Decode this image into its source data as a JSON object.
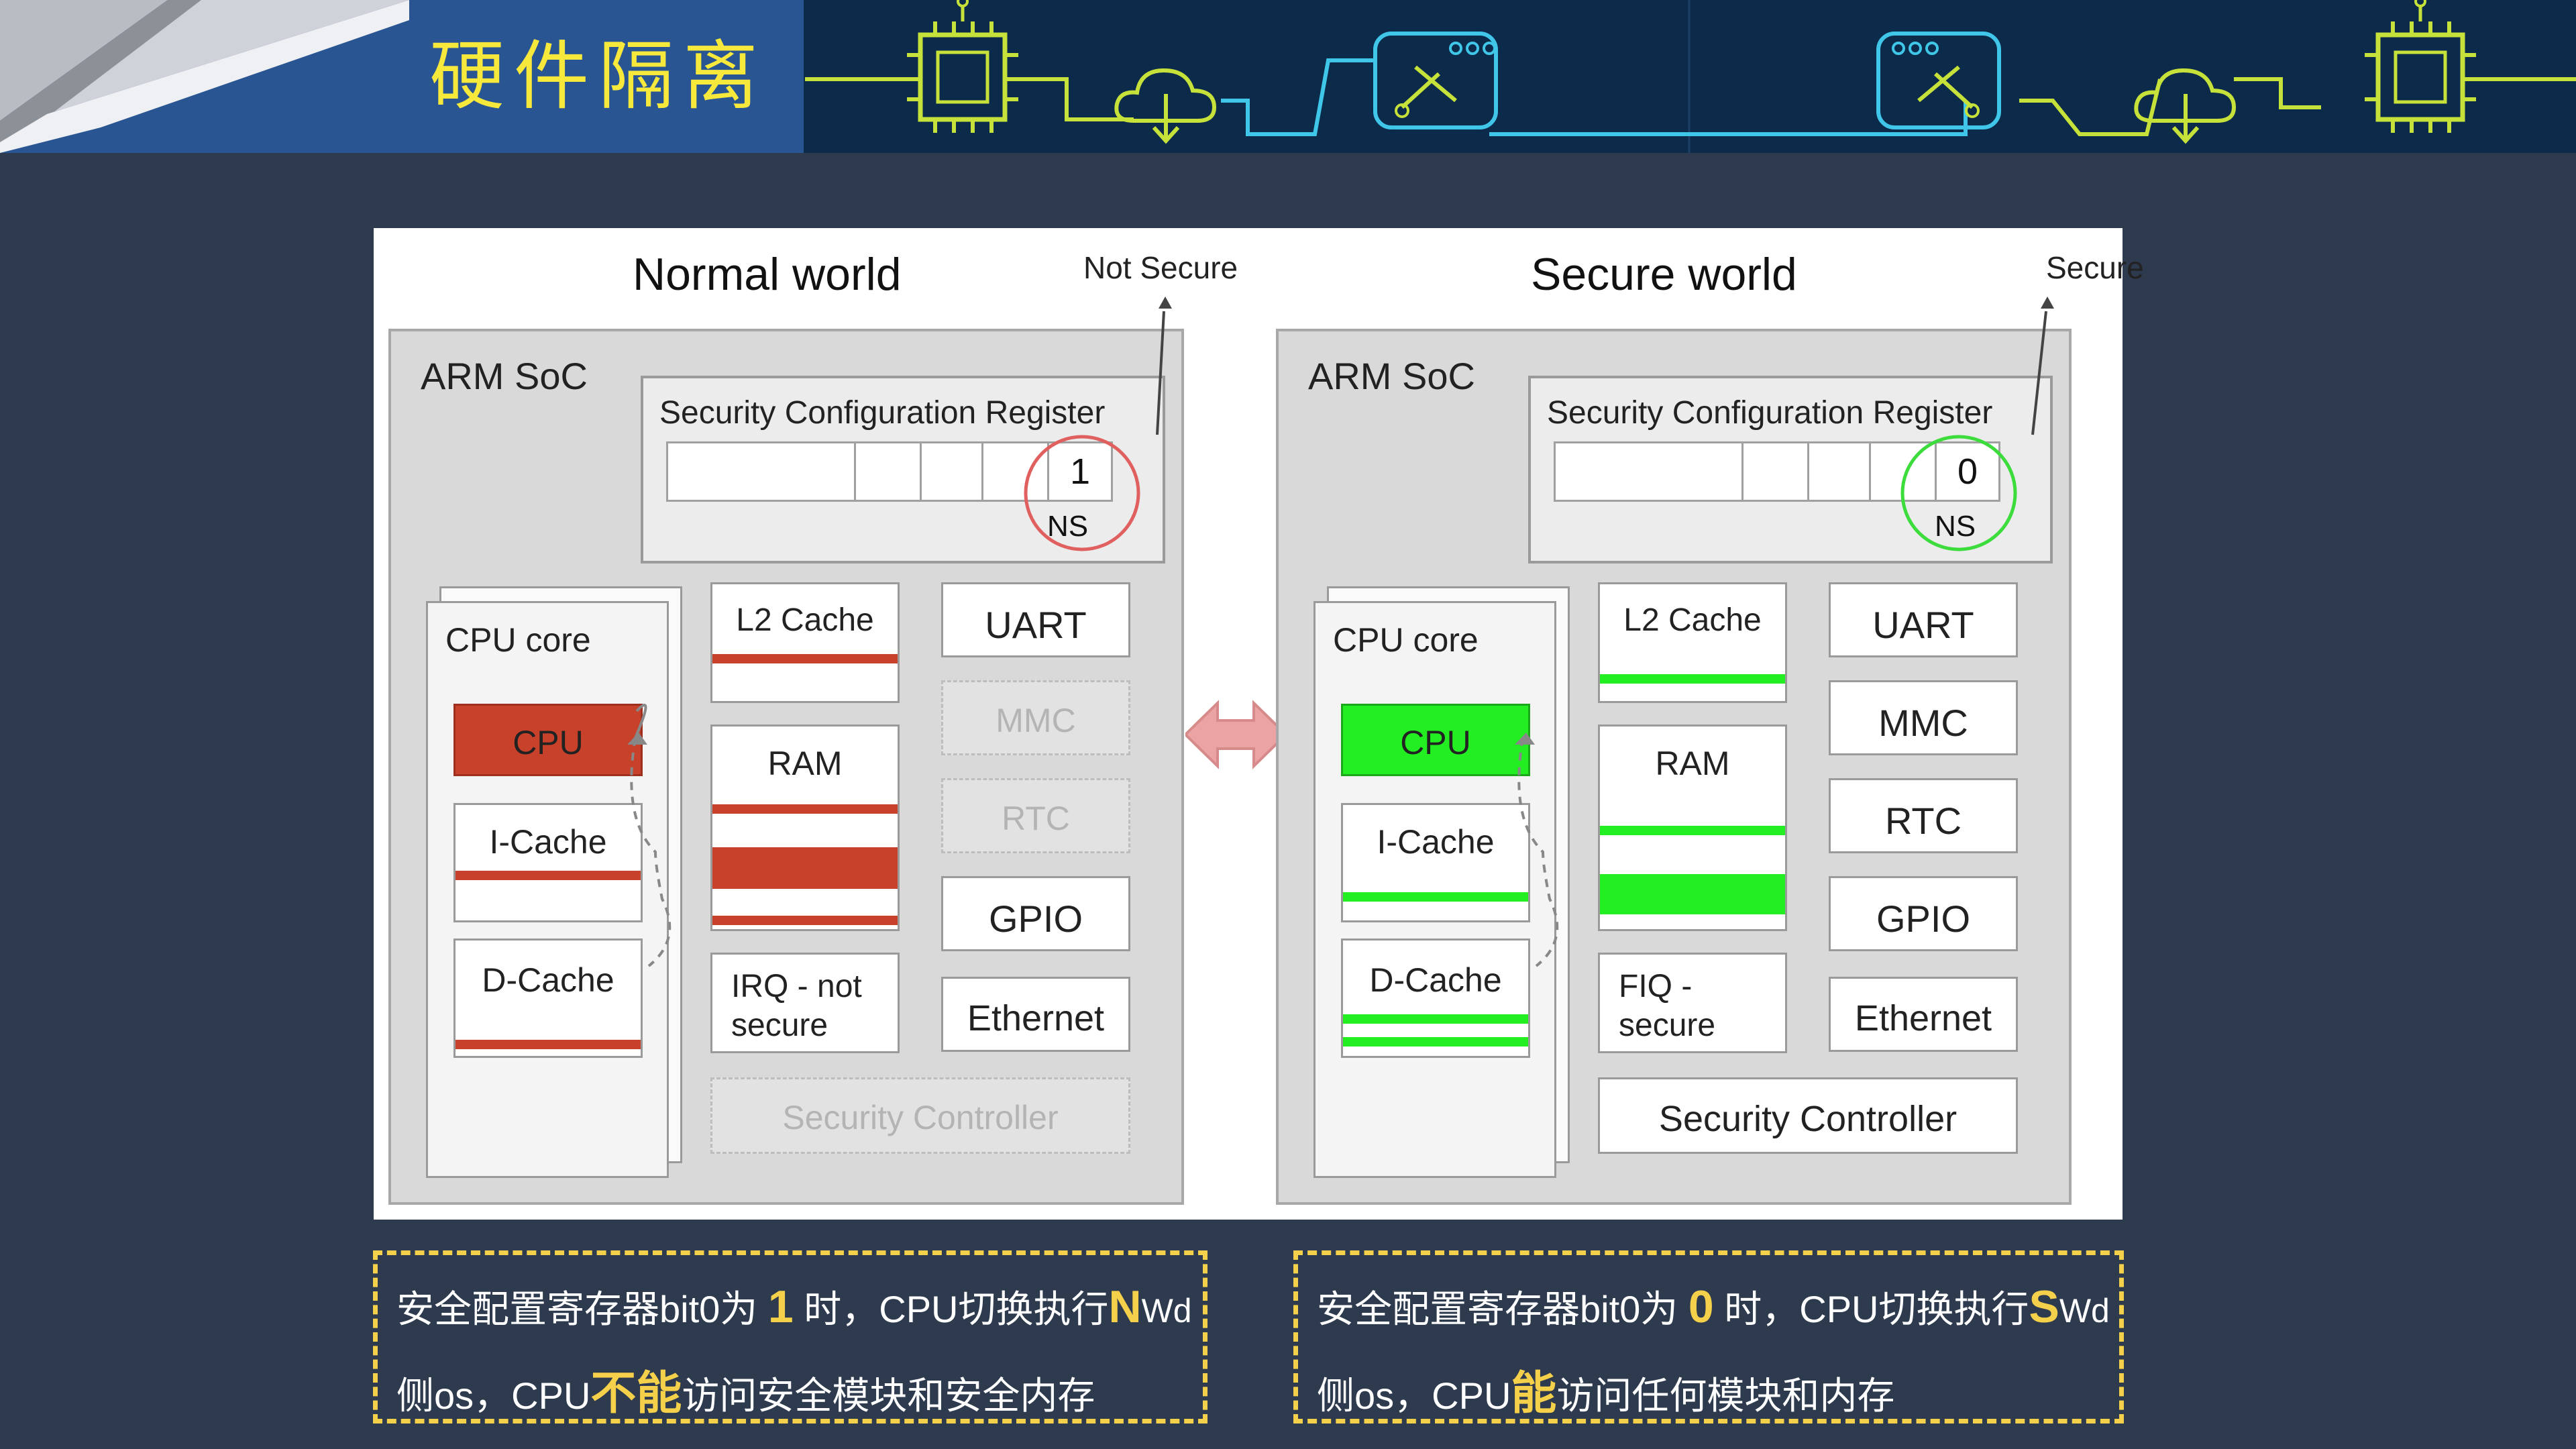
{
  "header": {
    "title": "硬件隔离"
  },
  "colors": {
    "background": "#2e3a4e",
    "header_dark": "#0c2a4a",
    "header_panel": "#2a5593",
    "accent_yellow": "#f5d04a",
    "not_secure_red": "#c8412b",
    "secure_green": "#22ee22"
  },
  "icons": [
    "chip-icon",
    "cloud-download-icon",
    "network-hub-icon"
  ],
  "figure": {
    "normal": {
      "title": "Normal world",
      "corner": "Not Secure",
      "soc": "ARM SoC",
      "scr_label": "Security Configuration Register",
      "ns_bit": "1",
      "ns_label": "NS",
      "cpu_core": "CPU core",
      "cpu": "CPU",
      "icache": "I-Cache",
      "dcache": "D-Cache",
      "l2": "L2 Cache",
      "ram": "RAM",
      "irq_line1": "IRQ - not",
      "irq_line2": "secure",
      "uart": "UART",
      "mmc": "MMC",
      "rtc": "RTC",
      "gpio": "GPIO",
      "ethernet": "Ethernet",
      "security_controller": "Security Controller"
    },
    "secure": {
      "title": "Secure world",
      "corner": "Secure",
      "soc": "ARM SoC",
      "scr_label": "Security Configuration Register",
      "ns_bit": "0",
      "ns_label": "NS",
      "cpu_core": "CPU core",
      "cpu": "CPU",
      "icache": "I-Cache",
      "dcache": "D-Cache",
      "l2": "L2 Cache",
      "ram": "RAM",
      "fiq_line1": "FIQ -",
      "fiq_line2": "secure",
      "uart": "UART",
      "mmc": "MMC",
      "rtc": "RTC",
      "gpio": "GPIO",
      "ethernet": "Ethernet",
      "security_controller": "Security Controller"
    }
  },
  "captions": {
    "left": {
      "l1_a": "安全配置寄存器bit0为 ",
      "l1_bit": "1",
      "l1_b": " 时，CPU切换执行",
      "l1_hl": "N",
      "l1_c": "Wd",
      "l2_a": "侧os，CPU",
      "l2_hl": "不能",
      "l2_b": "访问安全模块和安全内存"
    },
    "right": {
      "l1_a": "安全配置寄存器bit0为 ",
      "l1_bit": "0",
      "l1_b": " 时，CPU切换执行",
      "l1_hl": "S",
      "l1_c": "Wd",
      "l2_a": "侧os，CPU",
      "l2_hl": "能",
      "l2_b": "访问任何模块和内存"
    }
  }
}
